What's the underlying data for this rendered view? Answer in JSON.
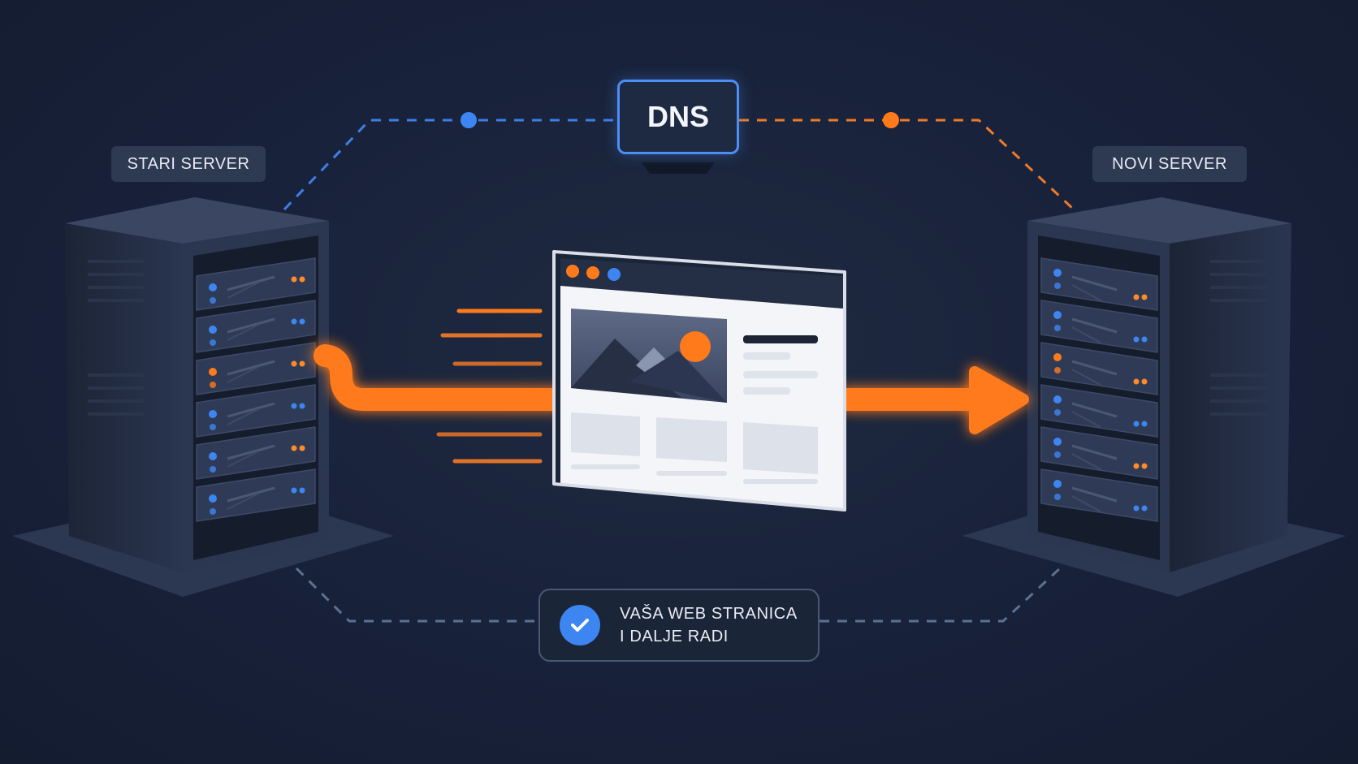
{
  "servers": {
    "old_label": "STARI SERVER",
    "new_label": "NOVI SERVER"
  },
  "dns": {
    "label": "DNS"
  },
  "status": {
    "line1": "VAŠA WEB STRANICA",
    "line2": "I DALJE RADI"
  },
  "icons": [
    "server-rack-icon",
    "browser-window-icon",
    "image-placeholder-icon",
    "check-icon",
    "arrow-right-icon"
  ],
  "colors": {
    "background": "#18213a",
    "accent_orange": "#ff7a1a",
    "accent_blue": "#3d86f2",
    "panel": "#2e3a52"
  }
}
